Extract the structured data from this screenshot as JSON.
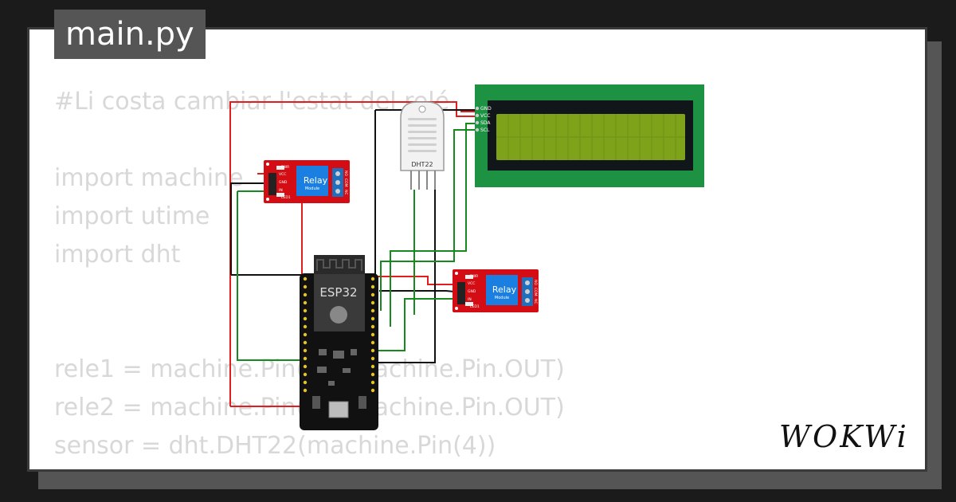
{
  "file_tab": {
    "label": "main.py"
  },
  "code_lines": [
    "#Li costa cambiar l'estat del relé",
    "",
    "import machine",
    "import utime",
    "import dht",
    "",
    "",
    "rele1 = machine.Pin(18, machine.Pin.OUT)",
    "rele2 = machine.Pin(19, machine.Pin.OUT)",
    "sensor = dht.DHT22(machine.Pin(4))"
  ],
  "diagram": {
    "lcd": {
      "pins": [
        "GND",
        "VCC",
        "SDA",
        "SCL"
      ]
    },
    "dht": {
      "label": "DHT22"
    },
    "esp32": {
      "label": "ESP32"
    },
    "relays": [
      {
        "label": "Relay",
        "sublabel": "Module",
        "pins": [
          "VCC",
          "GND",
          "IN"
        ],
        "leds": [
          "PWR",
          "LED1"
        ],
        "terminals": [
          "NO",
          "COM",
          "NC"
        ]
      },
      {
        "label": "Relay",
        "sublabel": "Module",
        "pins": [
          "VCC",
          "GND",
          "IN"
        ],
        "leds": [
          "PWR",
          "LED1"
        ],
        "terminals": [
          "NO",
          "COM",
          "NC"
        ]
      }
    ]
  },
  "brand": {
    "logo_text": "WOKWi"
  },
  "colors": {
    "background": "#1b1b1b",
    "tab": "#555555",
    "code_text": "#d8d8d8",
    "wire_red": "#e11d1d",
    "wire_black": "#111111",
    "wire_green": "#178a1f",
    "relay_board": "#d40c14",
    "relay_body": "#1a7fe0",
    "lcd_board": "#1d9242",
    "lcd_screen": "#7ea31a"
  }
}
